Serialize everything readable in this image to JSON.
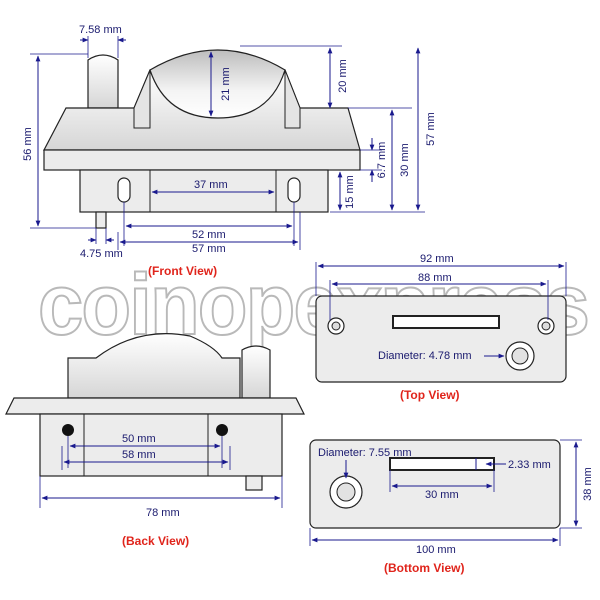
{
  "watermark": "coinopexpress",
  "views": {
    "front": {
      "caption": "(Front View)",
      "dims": {
        "shaft_width": "7.58 mm",
        "bowl_depth": "21 mm",
        "top_height": "20 mm",
        "left_height": "56 mm",
        "right_height": "57 mm",
        "flange_height": "6.7 mm",
        "mid_height": "30 mm",
        "base_height": "15 mm",
        "slot_spacing": "37 mm",
        "pin_width": "4.75 mm",
        "inner_width": "52 mm",
        "outer_width": "57 mm"
      }
    },
    "top": {
      "caption": "(Top View)",
      "dims": {
        "outer_width": "92 mm",
        "hole_spacing": "88 mm",
        "diameter": "Diameter: 4.78 mm"
      }
    },
    "back": {
      "caption": "(Back View)",
      "dims": {
        "hole_spacing": "50 mm",
        "inner_width": "58 mm",
        "total_width": "78 mm"
      }
    },
    "bottom": {
      "caption": "(Bottom View)",
      "dims": {
        "diameter": "Diameter: 7.55 mm",
        "slot_width": "2.33 mm",
        "slot_length": "30 mm",
        "height": "38 mm",
        "width": "100 mm"
      }
    }
  },
  "colors": {
    "dimension": "#1a1a8e",
    "caption": "#e0241b",
    "outline": "#222222"
  }
}
